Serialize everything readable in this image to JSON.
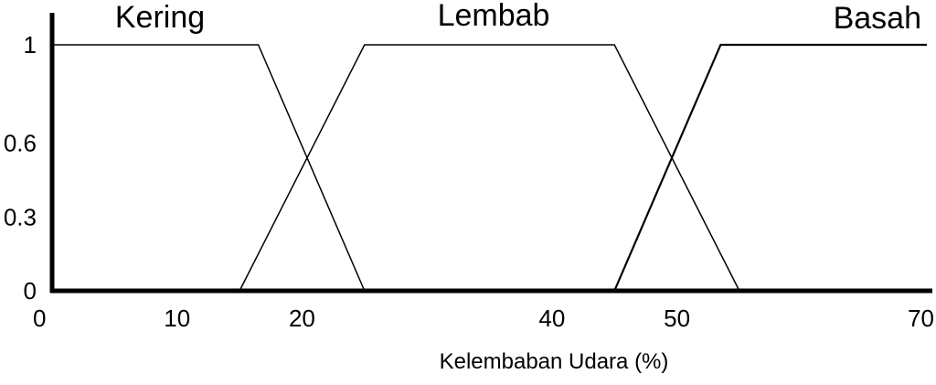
{
  "chart_data": {
    "type": "line",
    "xlabel": "Kelembaban Udara (%)",
    "ylabel": "",
    "xlim": [
      0,
      70
    ],
    "ylim": [
      0,
      1
    ],
    "grid": false,
    "legend": "none",
    "x_ticks": [
      0,
      10,
      20,
      40,
      50,
      70
    ],
    "x_tick_labels": [
      "0",
      "10",
      "20",
      "40",
      "50",
      "70"
    ],
    "y_ticks": [
      0,
      0.3,
      0.6,
      1
    ],
    "y_tick_labels": [
      "0",
      "0.3",
      "0.6",
      "1"
    ],
    "series": [
      {
        "name": "Kering",
        "x": [
          0,
          16.5,
          25
        ],
        "y": [
          1,
          1,
          0
        ]
      },
      {
        "name": "Lembab",
        "x": [
          15,
          25,
          45,
          55
        ],
        "y": [
          0,
          1,
          1,
          0
        ]
      },
      {
        "name": "Basah",
        "x": [
          45,
          53.5,
          70
        ],
        "y": [
          0,
          1,
          1
        ]
      }
    ],
    "colors": {
      "line": "#000000",
      "axis": "#000000"
    }
  }
}
